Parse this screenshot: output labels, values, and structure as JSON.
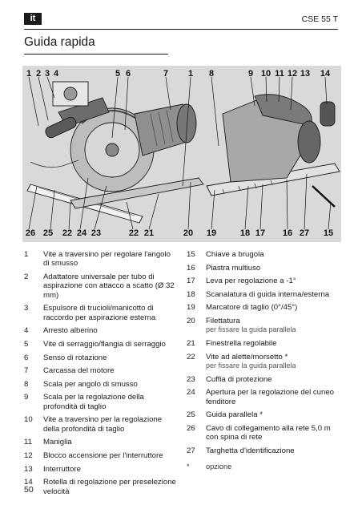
{
  "header": {
    "lang": "it",
    "model": "CSE 55 T"
  },
  "title": "Guida rapida",
  "figure": {
    "top_labels": [
      "1",
      "2",
      "3",
      "4",
      "5",
      "6",
      "7",
      "1",
      "8",
      "9",
      "10",
      "11",
      "12",
      "13",
      "14"
    ],
    "bottom_labels": [
      "26",
      "25",
      "22",
      "24",
      "23",
      "22",
      "21",
      "20",
      "19",
      "18",
      "17",
      "16",
      "27",
      "15"
    ]
  },
  "items_left": [
    {
      "num": "1",
      "text": "Vite a traversino per regolare l'angolo di smusso"
    },
    {
      "num": "2",
      "text": "Adattatore universale per tubo di aspirazione con attacco a scatto (Ø 32 mm)"
    },
    {
      "num": "3",
      "text": "Espulsore di trucioli/manicotto di raccordo per aspirazione esterna"
    },
    {
      "num": "4",
      "text": "Arresto alberino"
    },
    {
      "num": "5",
      "text": "Vite di serraggio/flangia di serraggio"
    },
    {
      "num": "6",
      "text": "Senso di rotazione"
    },
    {
      "num": "7",
      "text": "Carcassa del motore"
    },
    {
      "num": "8",
      "text": "Scala per angolo di smusso"
    },
    {
      "num": "9",
      "text": "Scala per la regolazione della profondità di taglio"
    },
    {
      "num": "10",
      "text": "Vite a traversino per la regolazione della profondità di taglio"
    },
    {
      "num": "11",
      "text": "Maniglia"
    },
    {
      "num": "12",
      "text": "Blocco accensione per l'interruttore"
    },
    {
      "num": "13",
      "text": "Interruttore"
    },
    {
      "num": "14",
      "text": "Rotella di regolazione per preselezione velocità"
    }
  ],
  "items_right": [
    {
      "num": "15",
      "text": "Chiave a brugola",
      "note": ""
    },
    {
      "num": "16",
      "text": "Piastra multiuso",
      "note": ""
    },
    {
      "num": "17",
      "text": "Leva per regolazione a -1°",
      "note": ""
    },
    {
      "num": "18",
      "text": "Scanalatura di guida interna/esterna",
      "note": ""
    },
    {
      "num": "19",
      "text": "Marcatore di taglio (0°/45°)",
      "note": ""
    },
    {
      "num": "20",
      "text": "Filettatura",
      "note": "per fissare la guida parallela"
    },
    {
      "num": "21",
      "text": "Finestrella regolabile",
      "note": ""
    },
    {
      "num": "22",
      "text": "Vite ad alette/morsetto *",
      "note": "per fissare la guida parallela"
    },
    {
      "num": "23",
      "text": "Cuffia di protezione",
      "note": ""
    },
    {
      "num": "24",
      "text": "Apertura per la regolazione del cuneo fenditore",
      "note": ""
    },
    {
      "num": "25",
      "text": "Guida parallela *",
      "note": ""
    },
    {
      "num": "26",
      "text": "Cavo di collegamento alla rete 5,0 m con spina di rete",
      "note": ""
    },
    {
      "num": "27",
      "text": "Targhetta d'identificazione",
      "note": ""
    }
  ],
  "footnote": {
    "mark": "*",
    "text": "opzione"
  },
  "page_number": "50"
}
